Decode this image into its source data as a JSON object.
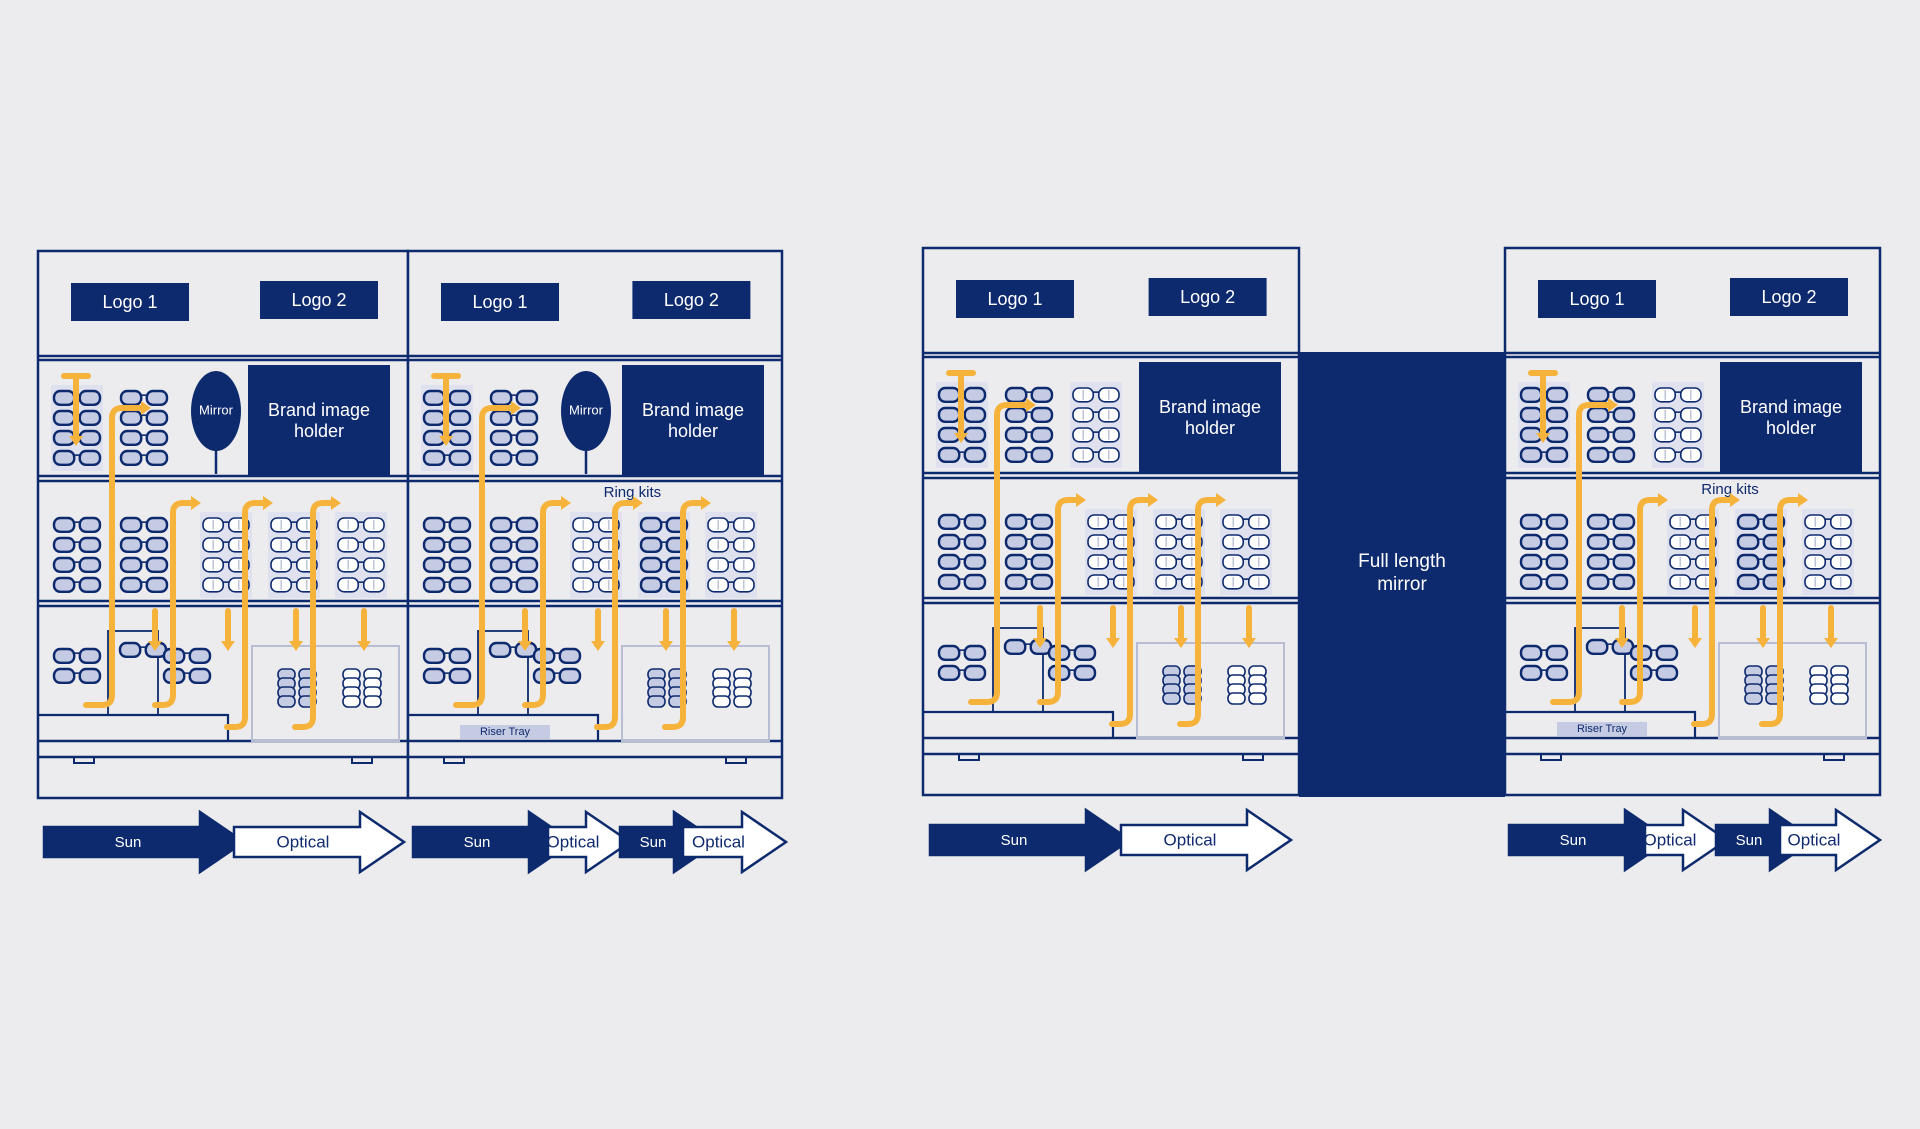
{
  "colors": {
    "navy": "#0e2a6e",
    "orange": "#f6b33c",
    "glass_fill": "#c5cbe3",
    "background": "#ececee",
    "panel": "#ececee"
  },
  "labels": {
    "logo1": "Logo 1",
    "logo2": "Logo 2",
    "mirror": "Mirror",
    "brand_image_line1": "Brand image",
    "brand_image_line2": "holder",
    "ring_kits": "Ring kits",
    "riser_tray": "Riser Tray",
    "full_length_mirror_line1": "Full length",
    "full_length_mirror_line2": "mirror",
    "sun": "Sun",
    "optical": "Optical"
  },
  "icons": {
    "sunglasses": "sunglasses-icon",
    "optical_frames": "optical-frame-icon",
    "flow_arrow": "flow-arrow-icon",
    "category_arrow": "category-arrow-icon"
  },
  "layouts": [
    {
      "id": "layout-a",
      "units": [
        {
          "has_mirror": true,
          "has_ring_kits": false,
          "has_riser_tray": false,
          "arrows": [
            "sun",
            "optical"
          ]
        },
        {
          "has_mirror": true,
          "has_ring_kits": true,
          "has_riser_tray": true,
          "arrows": [
            "sun",
            "optical",
            "sun",
            "optical"
          ]
        }
      ]
    },
    {
      "id": "layout-b",
      "units": [
        {
          "has_mirror": false,
          "has_ring_kits": false,
          "has_riser_tray": false,
          "arrows": [
            "sun",
            "optical"
          ]
        },
        {
          "full_length_mirror": true
        },
        {
          "has_mirror": false,
          "has_ring_kits": true,
          "has_riser_tray": true,
          "arrows": [
            "sun",
            "optical",
            "sun",
            "optical"
          ]
        }
      ]
    }
  ]
}
